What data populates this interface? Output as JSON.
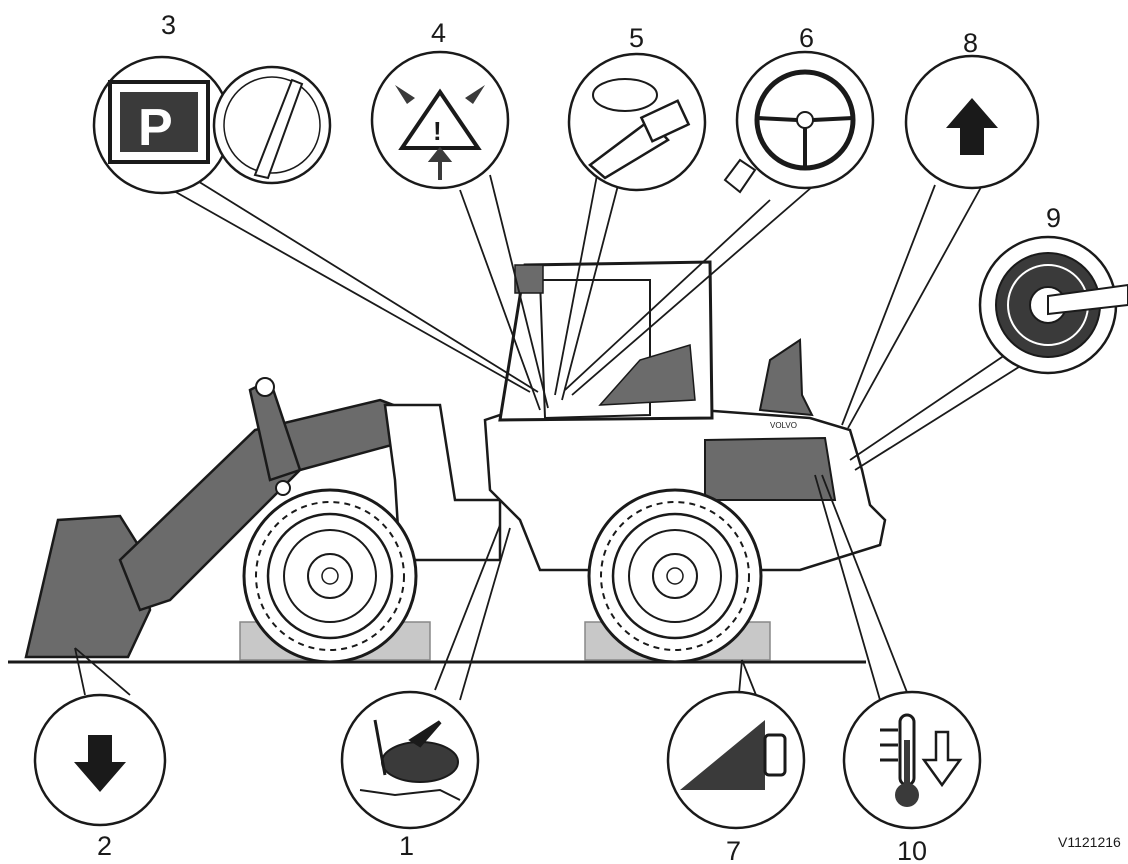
{
  "figure": {
    "reference": "V1121216",
    "brand": "VOLVO",
    "callouts": [
      {
        "number": "1",
        "icon": "engine-dipstick-check-icon"
      },
      {
        "number": "2",
        "icon": "bucket-lowered-down-arrow-icon"
      },
      {
        "number": "3",
        "icon": "parking-brake-and-battery-switch-icon"
      },
      {
        "number": "4",
        "icon": "warning-triangle-icon"
      },
      {
        "number": "5",
        "icon": "ignition-key-icon"
      },
      {
        "number": "6",
        "icon": "steering-wheel-tag-icon"
      },
      {
        "number": "7",
        "icon": "wheel-chock-icon"
      },
      {
        "number": "8",
        "icon": "up-arrow-icon"
      },
      {
        "number": "9",
        "icon": "exhaust-pipe-icon"
      },
      {
        "number": "10",
        "icon": "temperature-cooling-icon"
      }
    ]
  },
  "colors": {
    "machine": "#6b6b6b",
    "outline": "#1a1a1a",
    "chock": "#c8c8c8",
    "icon_fill": "#3a3a3a"
  }
}
